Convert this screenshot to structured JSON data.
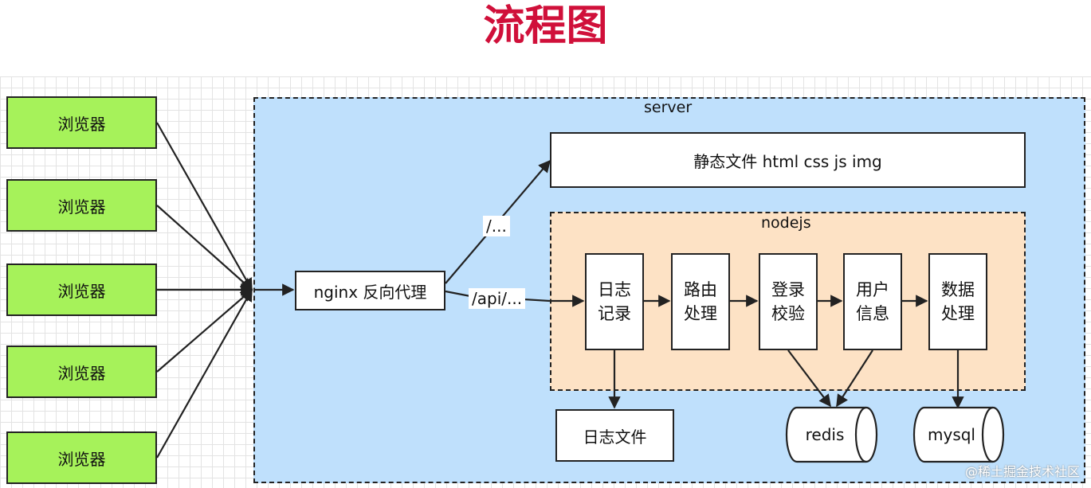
{
  "title": "流程图",
  "browsers": [
    "浏览器",
    "浏览器",
    "浏览器",
    "浏览器",
    "浏览器"
  ],
  "server_label": "server",
  "nginx_label": "nginx 反向代理",
  "static_label": "静态文件 html css js img",
  "nodejs_label": "nodejs",
  "steps": [
    {
      "line1": "日志",
      "line2": "记录"
    },
    {
      "line1": "路由",
      "line2": "处理"
    },
    {
      "line1": "登录",
      "line2": "校验"
    },
    {
      "line1": "用户",
      "line2": "信息"
    },
    {
      "line1": "数据",
      "line2": "处理"
    }
  ],
  "edge_static": "/...",
  "edge_api": "/api/...",
  "log_file": "日志文件",
  "redis": "redis",
  "mysql": "mysql",
  "watermark": "@稀土掘金技术社区"
}
